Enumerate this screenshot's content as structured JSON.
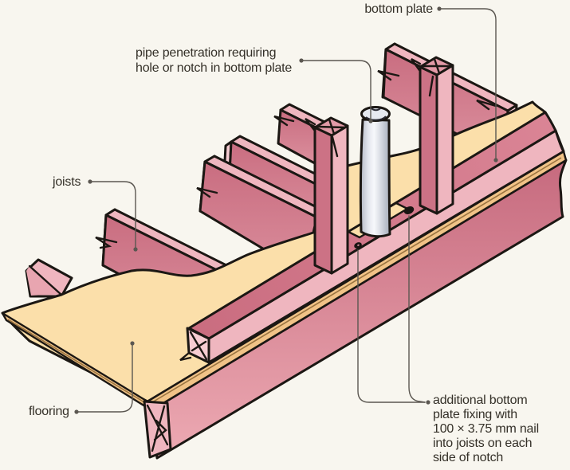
{
  "labels": {
    "bottom_plate": "bottom plate",
    "pipe_penetration": "pipe penetration requiring\nhole or notch in bottom plate",
    "joists": "joists",
    "flooring": "flooring",
    "nail_note": "additional bottom\nplate fixing with\n100 × 3.75 mm nail\ninto joists on each\nside of notch"
  },
  "colors": {
    "background": "#f8f6ef",
    "outline": "#1b1713",
    "wood_dark": "#cc7285",
    "wood_mid": "#e29aa7",
    "wood_light": "#efb6bf",
    "wood_end": "#f6ccd2",
    "flooring_top": "#fbdfaa",
    "flooring_edge": "#f1c387",
    "flooring_line": "#9a7440",
    "pipe_light": "#f7f8fb",
    "pipe_dark": "#b7bcc8",
    "leader": "#5b5751",
    "text": "#343028"
  }
}
